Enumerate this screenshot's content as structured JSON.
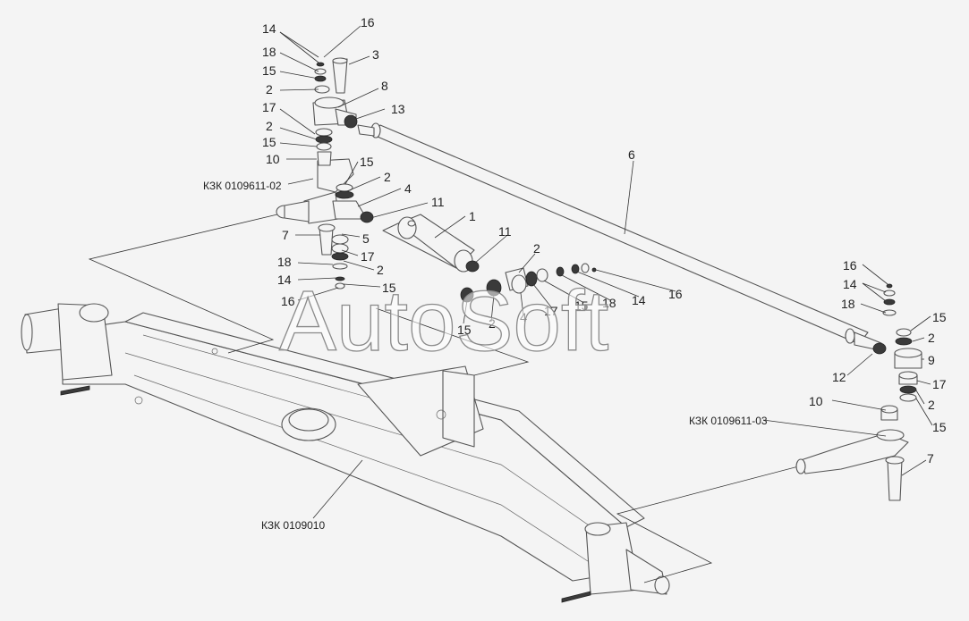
{
  "watermark": "AutoSoft",
  "assemblies": {
    "axle": "КЗК 0109010",
    "left_knuckle": "КЗК 0109611-02",
    "right_knuckle": "КЗК 0109611-03"
  },
  "labels": {
    "top_left_column": [
      "14",
      "18",
      "15",
      "2",
      "17",
      "2",
      "15",
      "10"
    ],
    "top_left_right": [
      "16",
      "3",
      "8",
      "13"
    ],
    "cylinder_area": [
      "15",
      "2",
      "4",
      "11",
      "1",
      "7",
      "5",
      "17",
      "18",
      "2",
      "14",
      "15",
      "16"
    ],
    "cylinder_rod_parts": [
      "11",
      "2",
      "15",
      "2",
      "4",
      "17",
      "15",
      "18",
      "14",
      "16"
    ],
    "tie_rod": "6",
    "right_column": [
      "16",
      "14",
      "18",
      "15",
      "2",
      "9",
      "12",
      "17",
      "2",
      "10",
      "15",
      "7"
    ]
  }
}
